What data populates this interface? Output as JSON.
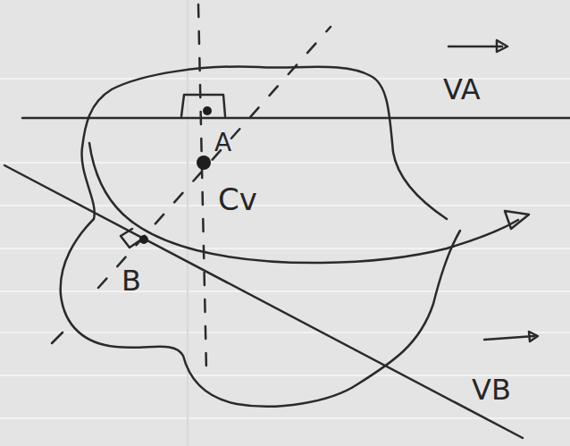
{
  "diagram": {
    "labels": [
      "VA",
      "A",
      "Cv",
      "B",
      "VB"
    ]
  }
}
